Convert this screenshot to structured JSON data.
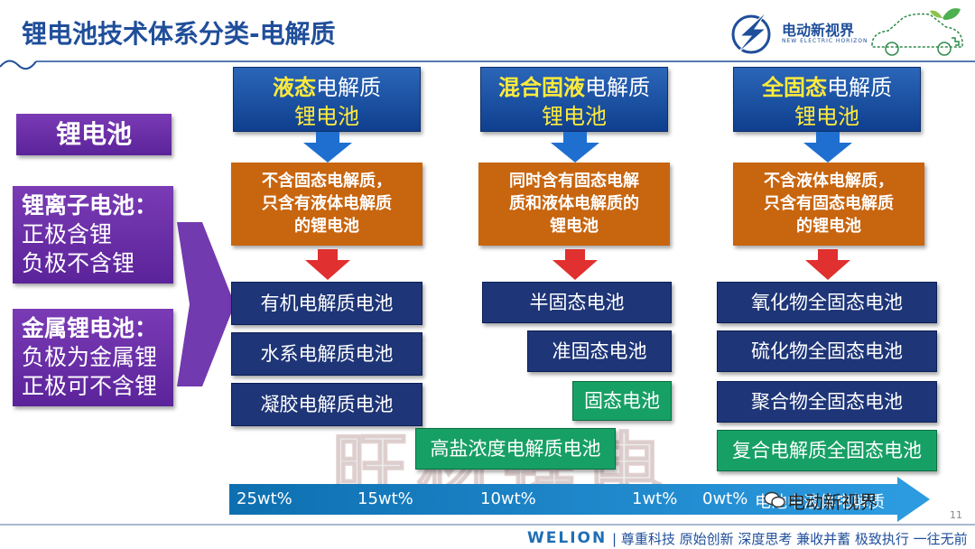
{
  "title": "锂电池技术体系分类-电解质",
  "logo": {
    "cn": "电动新视界",
    "en": "NEW ELECTRIC HORIZON"
  },
  "left": {
    "title": "锂电池",
    "ion": {
      "head": "锂离子电池：",
      "l1": "正极含锂",
      "l2": "负极不含锂"
    },
    "metal": {
      "head": "金属锂电池：",
      "l1": "负极为金属锂",
      "l2": "正极可不含锂"
    }
  },
  "columns": {
    "liquid": {
      "title_hl": "液态",
      "title_rest": "电解质",
      "title2": "锂电池",
      "desc": [
        "不含固态电解质，",
        "只含有液体电解质",
        "的锂电池"
      ],
      "items": [
        "有机电解质电池",
        "水系电解质电池",
        "凝胶电解质电池"
      ]
    },
    "mixed": {
      "title_hl": "混合固液",
      "title_rest": "电解质",
      "title2": "锂电池",
      "desc": [
        "同时含有固态电解",
        "质和液体电解质的",
        "锂电池"
      ],
      "items": [
        "半固态电池",
        "准固态电池"
      ],
      "green1": "固态电池",
      "green2": "高盐浓度电解质电池"
    },
    "solid": {
      "title_hl": "全固态",
      "title_rest": "电解质",
      "title2": "锂电池",
      "desc": [
        "不含液体电解质，",
        "只含有固态电解质",
        "的锂电池"
      ],
      "items": [
        "氧化物全固态电池",
        "硫化物全固态电池",
        "聚合物全固态电池"
      ],
      "green": "复合电解质全固态电池"
    }
  },
  "watermark": "旺材锂电",
  "axis": {
    "ticks": [
      "25wt%",
      "15wt%",
      "10wt%",
      "1wt%",
      "0wt%",
      "电池中液体电解质"
    ]
  },
  "wechat_name": "电动新视界",
  "page_number": "11",
  "footer": {
    "brand": "WELION",
    "slogan": "| 尊重科技  原始创新  深度思考  兼收并蓄  极致执行  一往无前"
  },
  "colors": {
    "title_blue": "#1f4e9a",
    "header_blue": "#1b52a8",
    "orange": "#c8650f",
    "navy": "#1e3577",
    "green": "#17a065",
    "purple": "#6a2fab",
    "axis_blue": "#1a85c9"
  }
}
